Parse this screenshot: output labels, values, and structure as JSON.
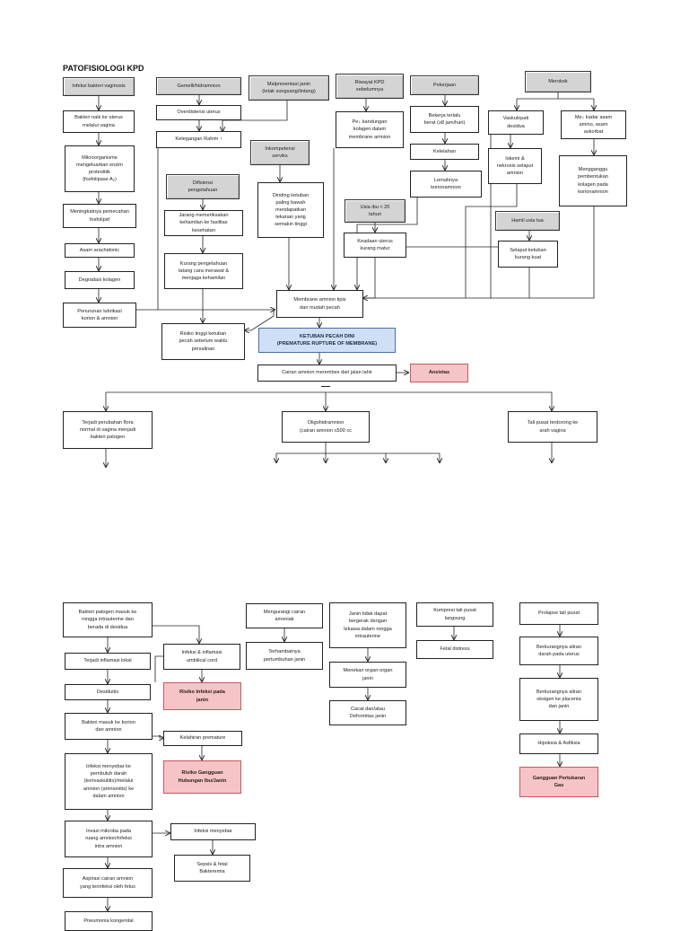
{
  "title": "PATOFISIOLOGI KPD",
  "colors": {
    "gray_box": "#d4d4d4",
    "problem_box": "#f6c4c6",
    "highlight_box": "#cfe0f6",
    "line": "#222222"
  },
  "page1": {
    "infeksi_bakteri_vaginosis": "Infeksi bakteri vaginosis",
    "bakteri_naik_ke_uterus": "Bakteri naik ke uterus\nmelalui vagina",
    "mikroorganisme_enzim": "Mikroorganisme\nmengeluarkan enzim\nproteolitik\n(fosfolipase A₂)",
    "meningkatnya_pemecahan": "Meningkatnya pemecahan\nfosfolipid",
    "asam_arachidonic": "Asam arachidonic",
    "degradasi_kolagen": "Degradasi kolagen",
    "penurunan_lubrikasi": "Penurunan lubrikasi\nkorion & amnion",
    "gemelli_hidramnion": "Gemelli/hidramnion",
    "overdistensi_uterus": "Overdistensi uterus",
    "ketegangan_rahim": "Ketegangan Rahim ↑",
    "defisiensi_pengetahuan": "Difisiensi\npengetahuan",
    "jarang_memeriksakan": "Jarang memeriksakan\nkehamilan ke fasilitas\nkesehatan",
    "kurang_pengetahuan": "Kurang pengetahuan\ntatang cara merawat &\nmenjaga kehamilan",
    "malpresentasi_janin": "Malpresentasi janin\n(letak sungsang/lintang)",
    "inkompetensi_serviks": "Inkompetensi\nserviks",
    "dinding_ketuban": "Dinding ketuban\npaling bawah\nmendapatkan\ntekanan yang\nsemakin tinggi",
    "riwayat_kpd": "Riwayat KPD\nsebelumnya",
    "penurunan_kandungan_kolagen": "Pe↓ kandungan\nkolagen dalam\nmembrane amnion",
    "pekerjaan": "Pekerjaan",
    "bekerja_terlalu_berat": "Bekerja terlalu\nberat (≥8 jam/hari)",
    "kelelahan": "Kelelahan",
    "lemahnya_korionamnion": "Lemahnya\nkorionamnion",
    "usia_ibu": "Usia ibu < 20\ntahun",
    "keadaan_uterus": "Keadaan uterus\nkurang matur",
    "merokok": "Merokok",
    "vaskulopati_desidua": "Vaskulopati\ndesidua",
    "iskemi_nekrosis": "Iskemi &\nnekrosis selaput\namnion",
    "penurunan_kadar_asam": "Me↓ kadar asam\namino, asam\naskorbat",
    "mengganggu_pembentukan": "Mengganggu\npembentukan\nkolagen pada\nkorionamnion",
    "hamil_usia_tua": "Hamil usia tua",
    "selaput_ketuban": "Selaput ketuban\nkurang kuat",
    "membrane_amnion_tipis": "Membrane amnion tipis\ndan mudah pecah",
    "risiko_tinggi_ketuban": "Risiko tinggi ketuban\npecah sebelum waktu\npersalinan",
    "ketuban_pecah_dini": "KETUBAN PECAH DINI\n(PREMATURE RUPTURE OF MEMBRANE)",
    "cairan_amnion_merembes": "Cairan amnion merembes dari jalan lahir",
    "ansietas": "Ansietas",
    "terjadi_perubahan_flora": "Terjadi perubahan flora\nnormal di vagina menjadi\nbakteri patogen",
    "oligohidramnion": "Oligohidramnion\n(cairan amnion ≤500 cc",
    "tali_pusat_terdorong": "Tali pusat terdorong ke\narah vagina"
  },
  "page2": {
    "bakteri_patogen_masuk": "Bakteri patogen masuk ke\nrongga intrauterine dan\nberada di desidua",
    "terjadi_inflamasi_lokal": "Terjadi inflamasi lokal",
    "desiduitis": "Desiduitis",
    "bakteri_masuk_korion": "Bakteri masuk ke korion\ndan amnion",
    "infeksi_menyebar_pembuluh": "Infeksi menyebar ke\npembuluh darah\n(korivaskulitis)/melalui\namnion (amnionitis) ke\ndalam amnion",
    "invasi_mikroba": "Invasi mikroba pada\nruang amnion/infeksi\nintra amnion",
    "aspirasi_cairan": "Aspirasi cairan amnion\nyang terinfeksi oleh fetus",
    "pneumonia_kongenital": "Pneumonia kongenital",
    "infeksi_inflamasi_umbilical": "Infeksi & inflamasi\numbilical cord",
    "risiko_infeksi_janin": "Risiko Infeksi pada\njanin",
    "kelahiran_prematur": "Kelahiran premature",
    "risiko_gangguan_hubungan": "Risiko Gangguan\nHubungan Ibu/Janin",
    "infeksi_menyebar": "Infeksi menyebar",
    "sepsis_fetal": "Sepsis & fetal\nBakteremia",
    "mengurangi_cairan": "Mengurangi cairan\namoniak",
    "terhambatnya_pertumbuhan": "Terhambatnya\npertumbuhan janin",
    "janin_tidak_dapat_bergerak": "Janin tidak dapat\nbergerak dengan\nleluasa dalam rongga\nintrauterine",
    "menekan_organ": "Menekan organ-organ\njanin",
    "cacat_deformitas": "Cacat dan/atau\nDeformitas janin",
    "kompresi_tali_pusat": "Kompresi tali pusat\nlangsung",
    "fetal_distress": "Fetal distress",
    "prolapse_tali_pusat": "Prolapse tali pusat",
    "berkurangnya_aliran_uterus": "Berkurangnya aliran\ndarah pada uterus",
    "berkurangnya_aliran_oksigen": "Berkurangnya aliran\noksigen ke placenta\ndan janin",
    "hipoksia_asfiksia": "Hipoksia & Asfiksia",
    "gangguan_pertukaran_gas": "Gangguan Pertukaran\nGas"
  }
}
